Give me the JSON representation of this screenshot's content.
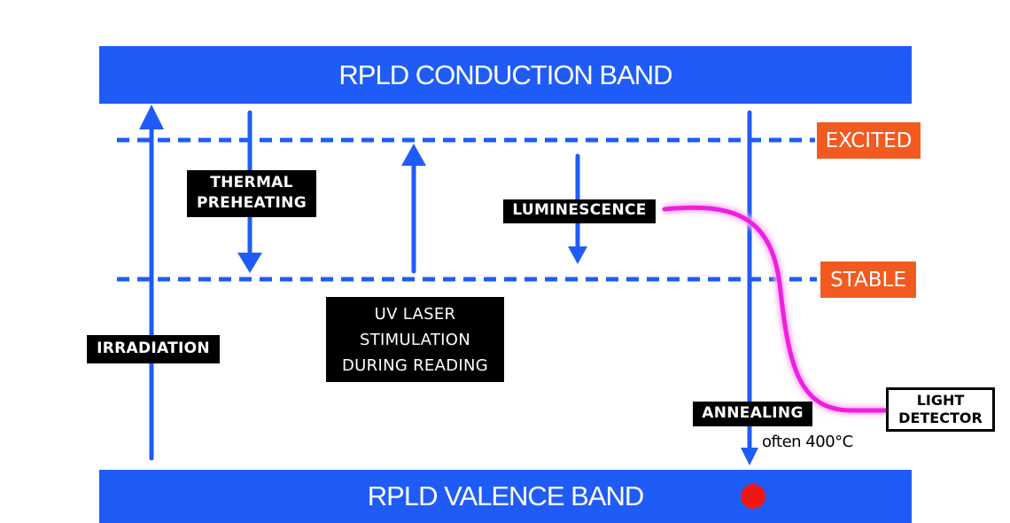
{
  "bands": {
    "conduction": "RPLD CONDUCTION BAND",
    "valence": "RPLD VALENCE BAND"
  },
  "levels": {
    "excited": "EXCITED",
    "stable": "STABLE"
  },
  "processes": {
    "thermal_preheating": [
      "THERMAL",
      "PREHEATING"
    ],
    "irradiation": "IRRADIATION",
    "uv_laser": [
      "UV LASER",
      "STIMULATION",
      "DURING READING"
    ],
    "luminescence": "LUMINESCENCE",
    "annealing": "ANNEALING",
    "annealing_note": "often 400°C"
  },
  "detector": [
    "LIGHT",
    "DETECTOR"
  ],
  "colors": {
    "band_blue": "#1f5cf7",
    "state_orange": "#f25a1f",
    "luminescence_magenta": "#f01ee0",
    "electron_red": "#f01616"
  }
}
